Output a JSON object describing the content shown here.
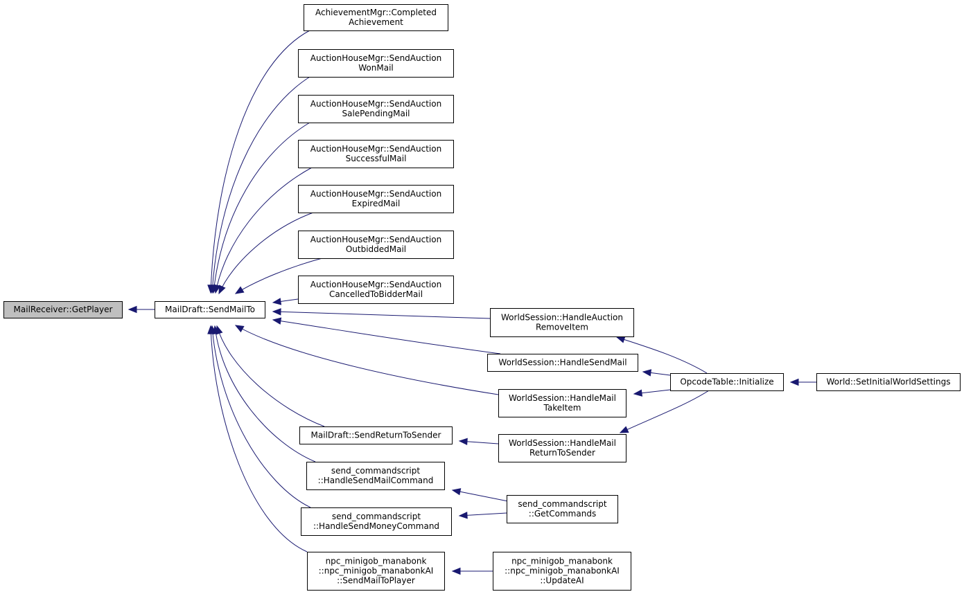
{
  "title": "Caller graph: MailReceiver::GetPlayer",
  "colors": {
    "edge": "#191970",
    "root_fill": "#bfbfbf",
    "node_fill": "#ffffff",
    "border": "#000000"
  },
  "nodes": [
    {
      "id": "getplayer",
      "lines": [
        "MailReceiver::GetPlayer"
      ],
      "root": true
    },
    {
      "id": "sendmailto",
      "lines": [
        "MailDraft::SendMailTo"
      ]
    },
    {
      "id": "achcompleted",
      "lines": [
        "AchievementMgr::Completed",
        "Achievement"
      ]
    },
    {
      "id": "ahwon",
      "lines": [
        "AuctionHouseMgr::SendAuction",
        "WonMail"
      ]
    },
    {
      "id": "ahsalepending",
      "lines": [
        "AuctionHouseMgr::SendAuction",
        "SalePendingMail"
      ]
    },
    {
      "id": "ahsuccess",
      "lines": [
        "AuctionHouseMgr::SendAuction",
        "SuccessfulMail"
      ]
    },
    {
      "id": "ahexpired",
      "lines": [
        "AuctionHouseMgr::SendAuction",
        "ExpiredMail"
      ]
    },
    {
      "id": "ahoutbid",
      "lines": [
        "AuctionHouseMgr::SendAuction",
        "OutbiddedMail"
      ]
    },
    {
      "id": "ahcancel",
      "lines": [
        "AuctionHouseMgr::SendAuction",
        "CancelledToBidderMail"
      ]
    },
    {
      "id": "wsremove",
      "lines": [
        "WorldSession::HandleAuction",
        "RemoveItem"
      ]
    },
    {
      "id": "wssendmail",
      "lines": [
        "WorldSession::HandleSendMail"
      ]
    },
    {
      "id": "wstake",
      "lines": [
        "WorldSession::HandleMail",
        "TakeItem"
      ]
    },
    {
      "id": "returntosender",
      "lines": [
        "MailDraft::SendReturnToSender"
      ]
    },
    {
      "id": "wsreturn",
      "lines": [
        "WorldSession::HandleMail",
        "ReturnToSender"
      ]
    },
    {
      "id": "opcodeinit",
      "lines": [
        "OpcodeTable::Initialize"
      ]
    },
    {
      "id": "worldsettings",
      "lines": [
        "World::SetInitialWorldSettings"
      ]
    },
    {
      "id": "sendmailcmd",
      "lines": [
        "send_commandscript",
        "::HandleSendMailCommand"
      ]
    },
    {
      "id": "sendmoneycmd",
      "lines": [
        "send_commandscript",
        "::HandleSendMoneyCommand"
      ]
    },
    {
      "id": "getcommands",
      "lines": [
        "send_commandscript",
        "::GetCommands"
      ]
    },
    {
      "id": "npcsendmail",
      "lines": [
        "npc_minigob_manabonk",
        "::npc_minigob_manabonkAI",
        "::SendMailToPlayer"
      ]
    },
    {
      "id": "npcupdate",
      "lines": [
        "npc_minigob_manabonk",
        "::npc_minigob_manabonkAI",
        "::UpdateAI"
      ]
    }
  ],
  "edges": [
    {
      "from": "sendmailto",
      "to": "getplayer"
    },
    {
      "from": "achcompleted",
      "to": "sendmailto"
    },
    {
      "from": "ahwon",
      "to": "sendmailto"
    },
    {
      "from": "ahsalepending",
      "to": "sendmailto"
    },
    {
      "from": "ahsuccess",
      "to": "sendmailto"
    },
    {
      "from": "ahexpired",
      "to": "sendmailto"
    },
    {
      "from": "ahoutbid",
      "to": "sendmailto"
    },
    {
      "from": "ahcancel",
      "to": "sendmailto"
    },
    {
      "from": "wsremove",
      "to": "sendmailto"
    },
    {
      "from": "wssendmail",
      "to": "sendmailto"
    },
    {
      "from": "wstake",
      "to": "sendmailto"
    },
    {
      "from": "returntosender",
      "to": "sendmailto"
    },
    {
      "from": "sendmailcmd",
      "to": "sendmailto"
    },
    {
      "from": "sendmoneycmd",
      "to": "sendmailto"
    },
    {
      "from": "npcsendmail",
      "to": "sendmailto"
    },
    {
      "from": "opcodeinit",
      "to": "wsremove"
    },
    {
      "from": "opcodeinit",
      "to": "wssendmail"
    },
    {
      "from": "opcodeinit",
      "to": "wstake"
    },
    {
      "from": "opcodeinit",
      "to": "wsreturn"
    },
    {
      "from": "worldsettings",
      "to": "opcodeinit"
    },
    {
      "from": "wsreturn",
      "to": "returntosender"
    },
    {
      "from": "getcommands",
      "to": "sendmailcmd"
    },
    {
      "from": "getcommands",
      "to": "sendmoneycmd"
    },
    {
      "from": "npcupdate",
      "to": "npcsendmail"
    }
  ]
}
